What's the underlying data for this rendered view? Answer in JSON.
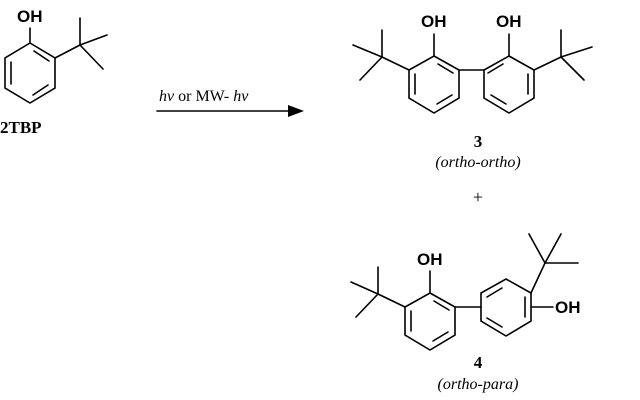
{
  "atoms": {
    "hydroxyl": "OH"
  },
  "reactant": {
    "name": "2TBP"
  },
  "reaction": {
    "condition_part1": "hv",
    "condition_part2": " or MW- ",
    "condition_part3": "hv"
  },
  "product_3": {
    "number": "3",
    "descriptor": "(ortho-ortho)"
  },
  "separator": {
    "plus": "+"
  },
  "product_4": {
    "number": "4",
    "descriptor": "(ortho-para)"
  }
}
